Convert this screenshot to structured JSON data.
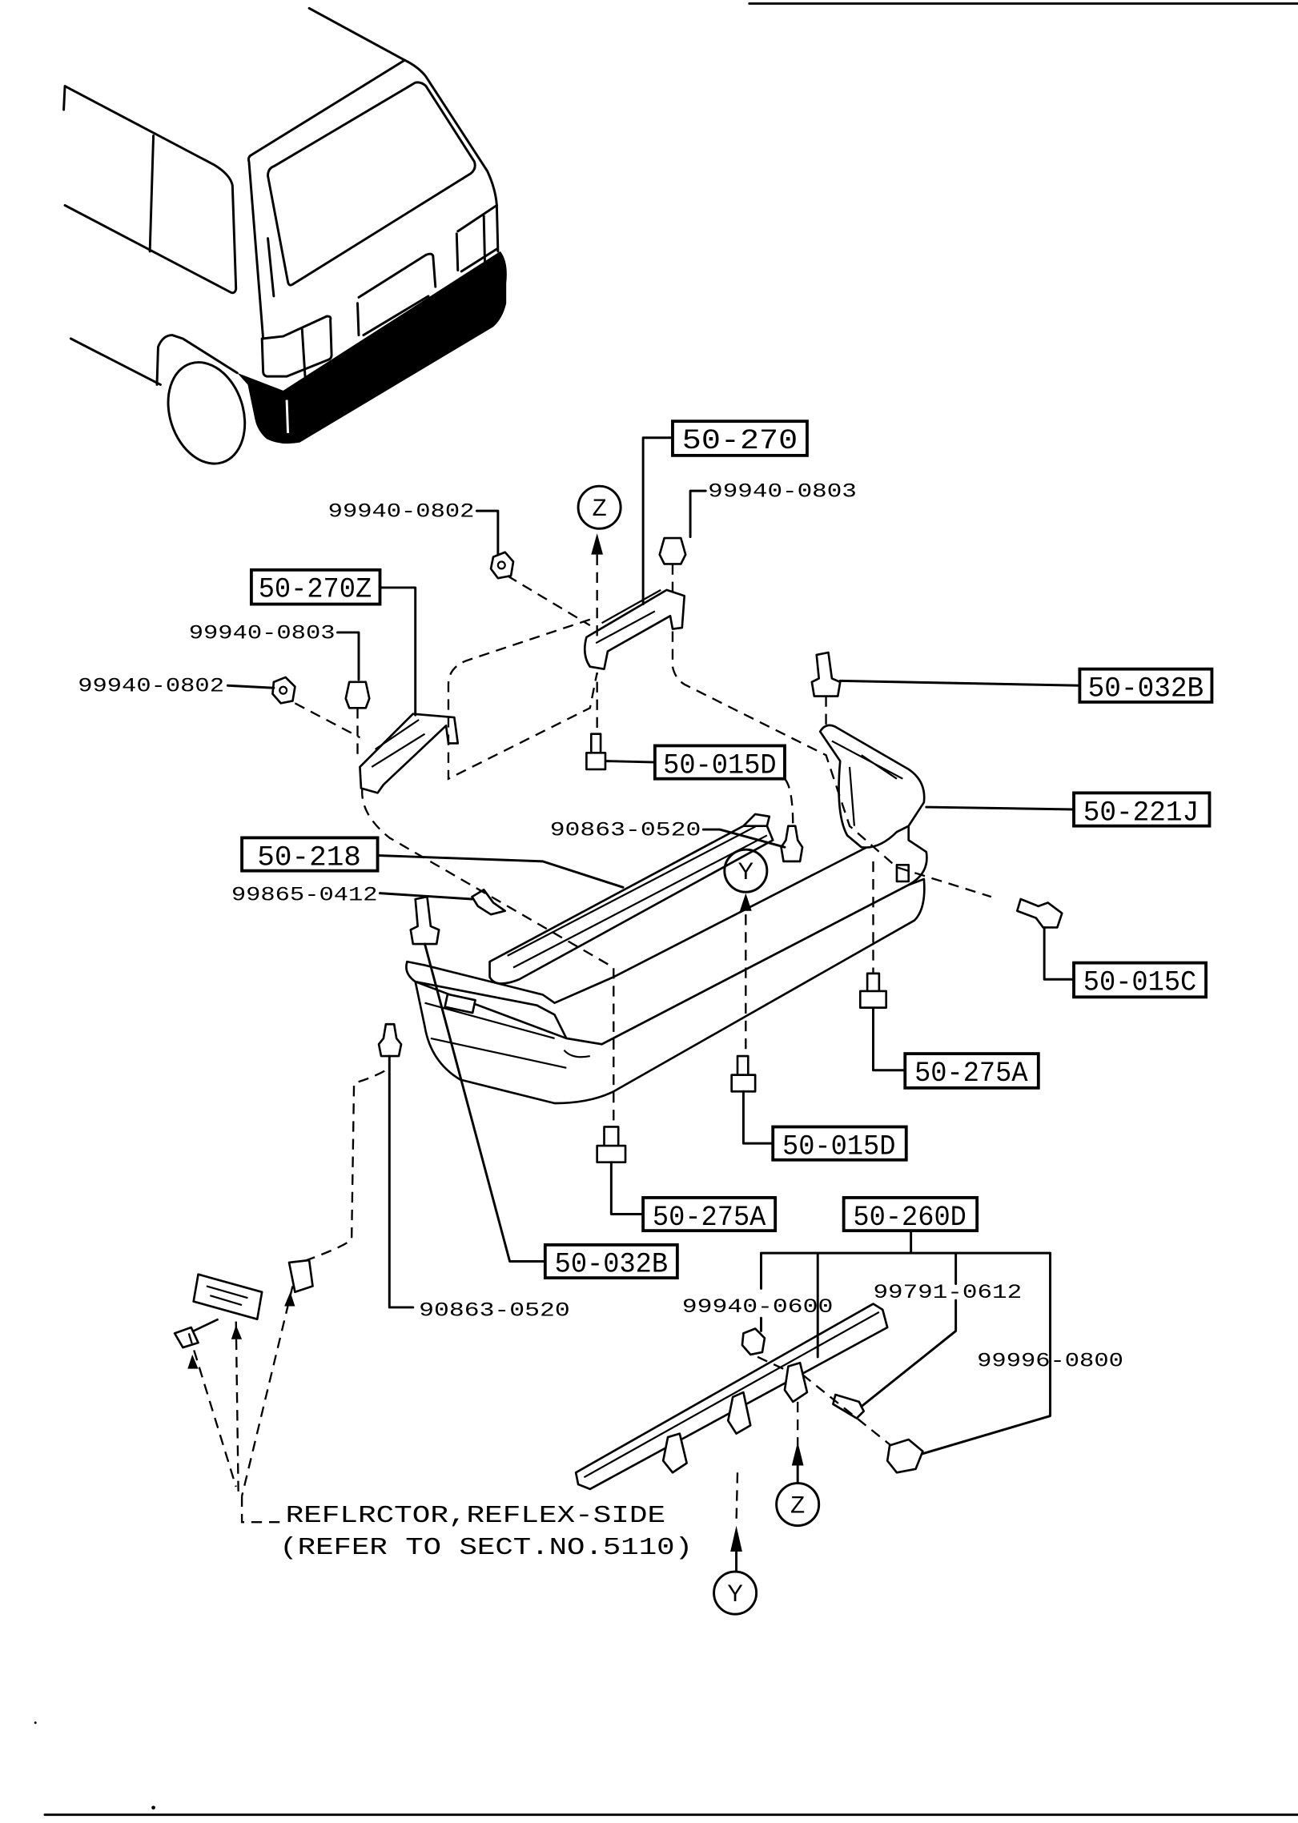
{
  "callouts": {
    "bracket_right": "50-270",
    "bracket_left": "50-270Z",
    "retainer_upper": "50-032B",
    "bolt_upper": "50-015D",
    "side_bracket": "50-221J",
    "reinforcement": "50-218",
    "bolt_side": "50-015C",
    "nut_right": "50-275A",
    "bolt_center": "50-015D",
    "nut_lower": "50-275A",
    "molding": "50-260D",
    "retainer_left": "50-032B"
  },
  "parts": {
    "nut_0803_right": "99940-0803",
    "nut_0802_upper": "99940-0802",
    "nut_0803_left": "99940-0803",
    "nut_0802_left": "99940-0802",
    "screw_upper": "90863-0520",
    "screw_0412": "99865-0412",
    "screw_lower": "90863-0520",
    "nut_0600": "99940-0600",
    "screw_0612": "99791-0612",
    "clip_0800": "99996-0800"
  },
  "markers": {
    "z": "Z",
    "y": "Y"
  },
  "note": {
    "line1": "REFLRCTOR,REFLEX-SIDE",
    "line2": "(REFER TO SECT.NO.5110)"
  }
}
